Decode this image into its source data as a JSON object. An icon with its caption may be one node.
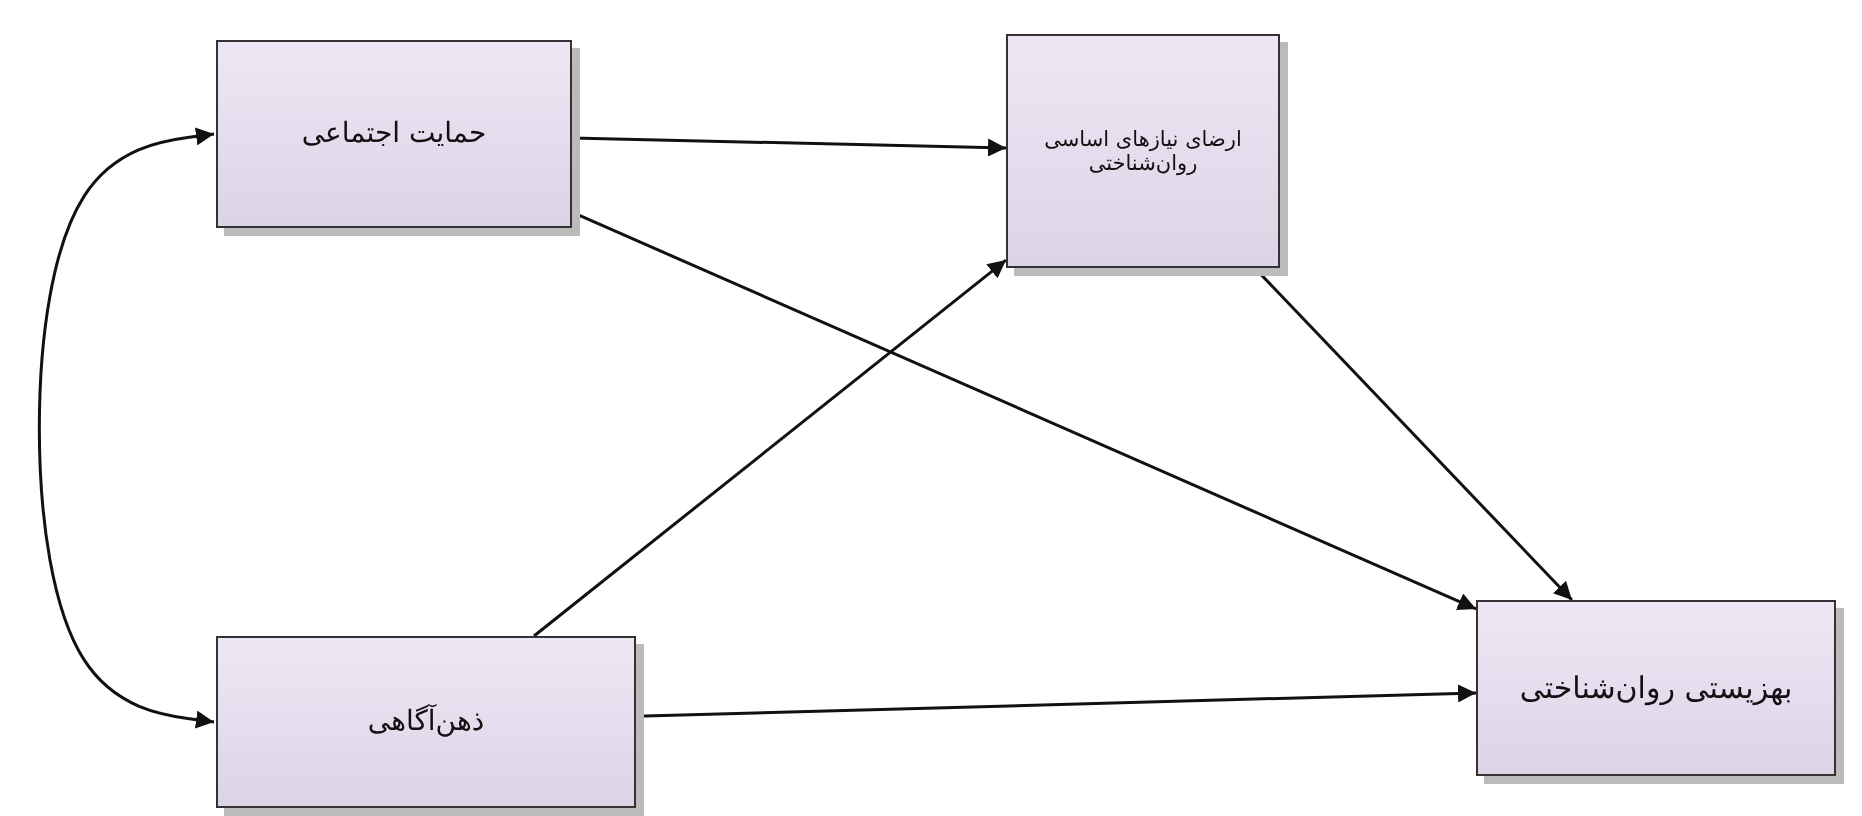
{
  "diagram": {
    "nodes": [
      {
        "text": [
          "حمایت اجتماعی"
        ]
      },
      {
        "text": [
          "ارضای نیازهای اساسی روان‌شناختی"
        ]
      },
      {
        "text": [
          "ذهن‌آگاهی"
        ]
      },
      {
        "text": [
          "بهزیستی روان‌شناختی"
        ]
      }
    ],
    "edges": [
      {
        "from": 0,
        "to": 2,
        "arrow": "both"
      },
      {
        "from": 0,
        "to": 1,
        "arrow": "to"
      },
      {
        "from": 0,
        "to": 3,
        "arrow": "to"
      },
      {
        "from": 2,
        "to": 1,
        "arrow": "to"
      },
      {
        "from": 1,
        "to": 3,
        "arrow": "to"
      },
      {
        "from": 2,
        "to": 3,
        "arrow": "to"
      }
    ]
  }
}
